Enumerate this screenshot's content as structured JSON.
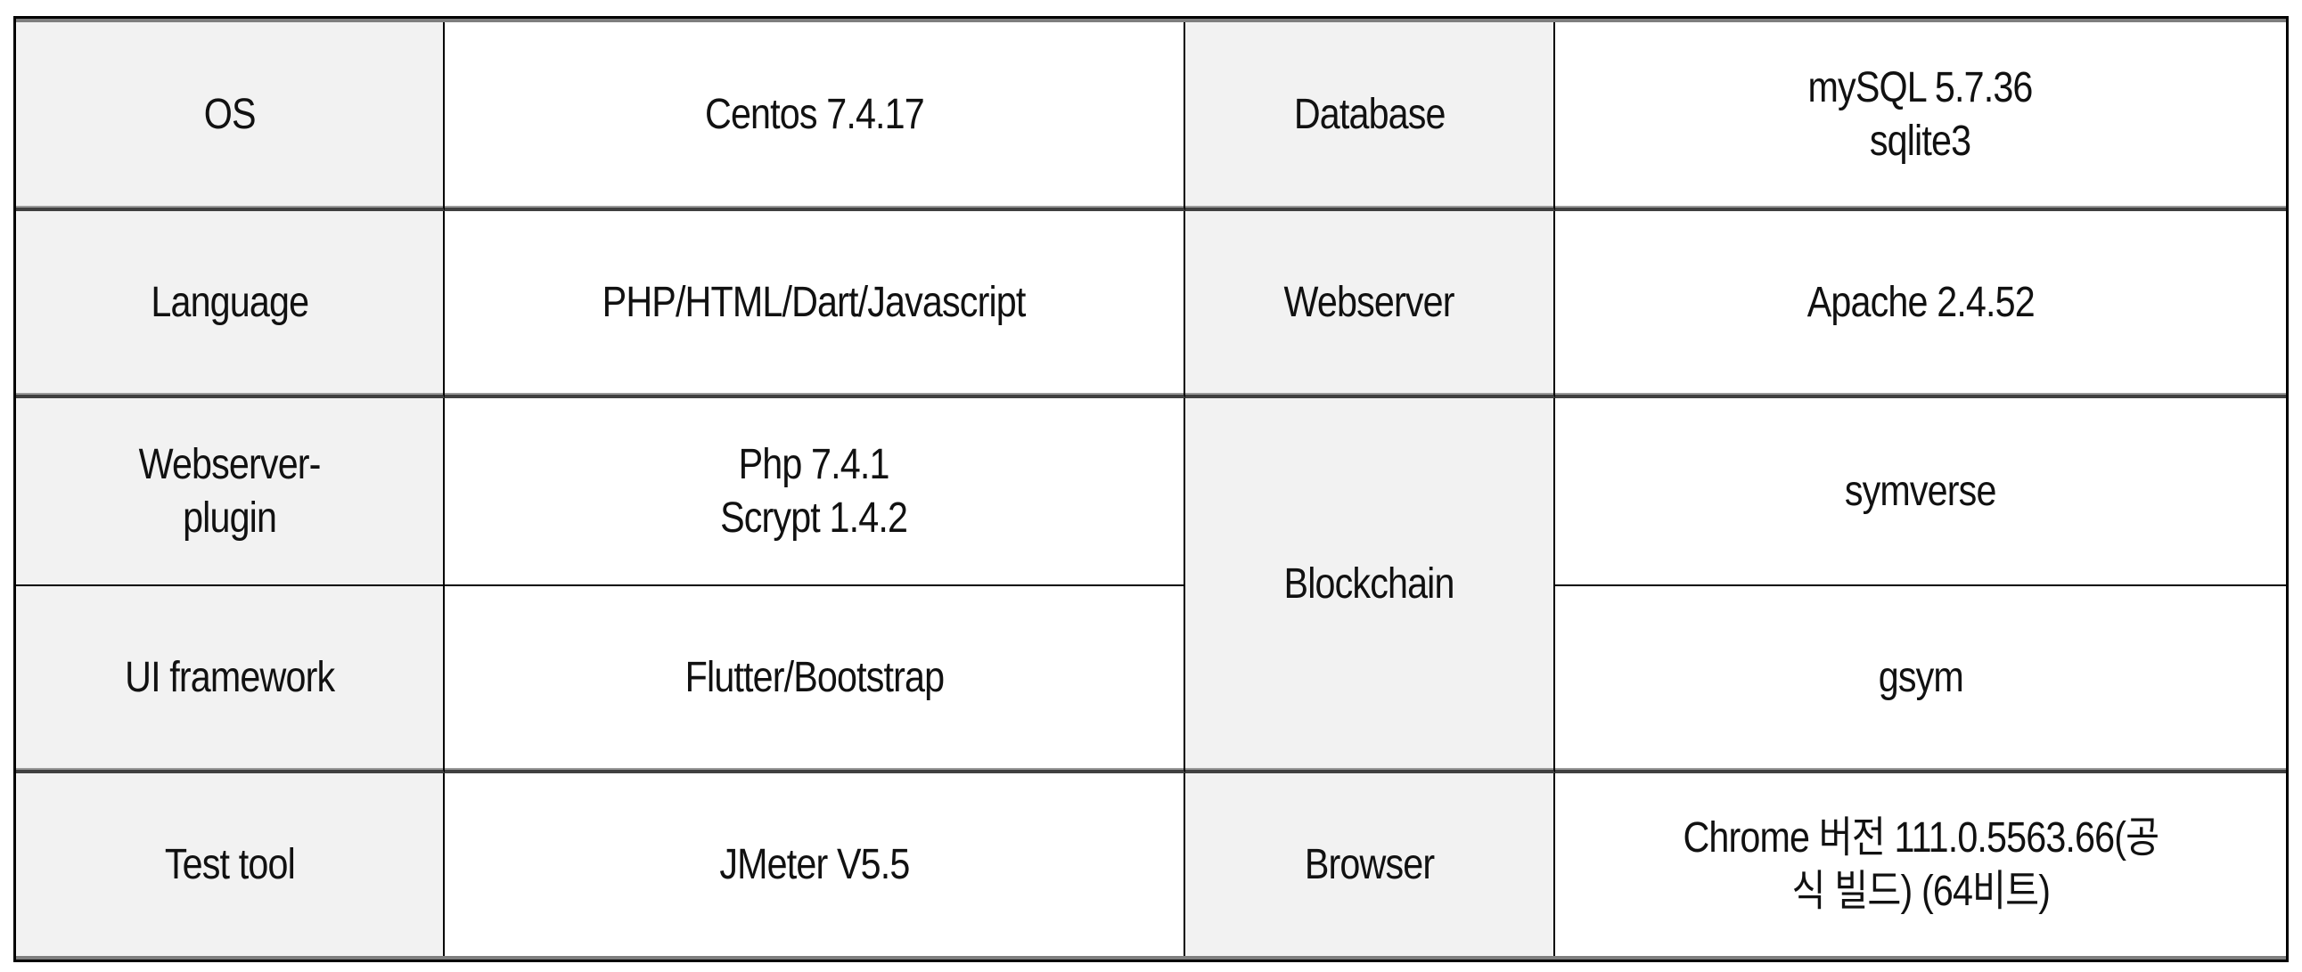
{
  "table": {
    "rows": [
      {
        "label": "OS",
        "value": "Centos 7.4.17",
        "label2": "Database",
        "value2": "mySQL 5.7.36\nsqlite3"
      },
      {
        "label": "Language",
        "value": "PHP/HTML/Dart/Javascript",
        "label2": "Webserver",
        "value2": "Apache 2.4.52"
      },
      {
        "label": "Webserver-\nplugin",
        "value": "Php 7.4.1\nScrypt 1.4.2",
        "label2": "Blockchain",
        "value2": "symverse"
      },
      {
        "label": "UI framework",
        "value": "Flutter/Bootstrap",
        "value2": "gsym"
      },
      {
        "label": "Test tool",
        "value": "JMeter V5.5",
        "label2": "Browser",
        "value2": "Chrome 버전 111.0.5563.66(공\n식 빌드) (64비트)"
      }
    ]
  },
  "colors": {
    "header_bg": "#f2f2f2",
    "value_bg": "#ffffff",
    "border": "#000000",
    "row_separator": "#404040"
  }
}
